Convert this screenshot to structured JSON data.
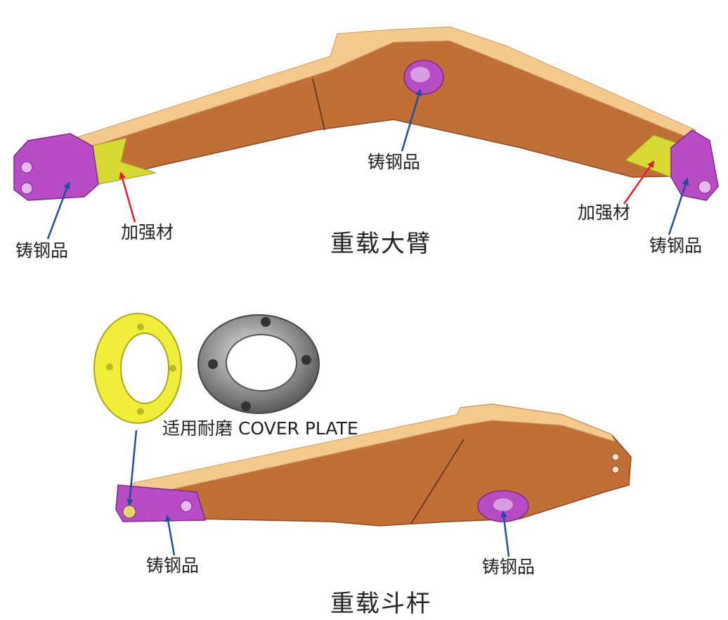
{
  "boom": {
    "title": "重载大臂",
    "labels": {
      "cast_steel_left": "铸钢品",
      "reinforcement_left": "加强材",
      "cast_steel_middle": "铸钢品",
      "reinforcement_right": "加强材",
      "cast_steel_right": "铸钢品"
    }
  },
  "arm": {
    "title": "重载斗杆",
    "labels": {
      "cover_plate": "适用耐磨 COVER PLATE",
      "cast_steel_left": "铸钢品",
      "cast_steel_right": "铸钢品"
    }
  },
  "colors": {
    "body_brown": "#c26f37",
    "top_plate": "#f4c98e",
    "cast_steel": "#b74cc4",
    "reinforcement": "#d9d936",
    "arrow_cast": "#1f4f9e",
    "arrow_reinforcement": "#d8202e",
    "cover_plate_yellow": "#f0ee3a",
    "cover_plate_steel": "#8c8c8c"
  }
}
